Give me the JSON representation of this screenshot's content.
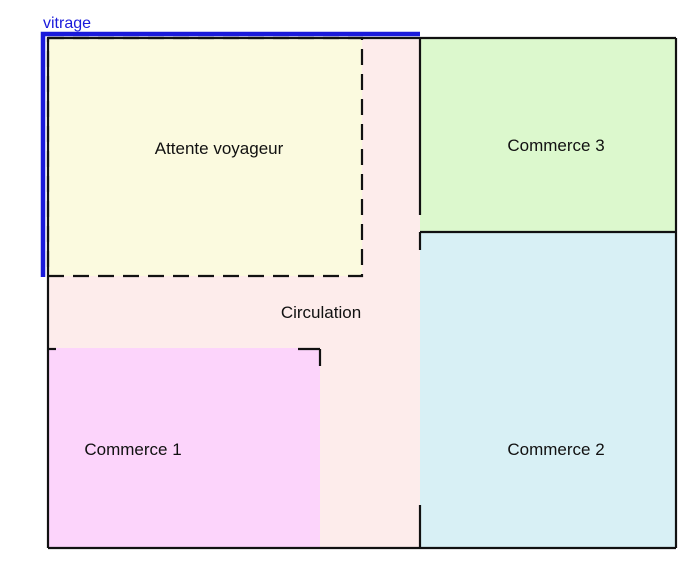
{
  "title_label": "vitrage",
  "rooms": {
    "attente": "Attente voyageur",
    "circulation": "Circulation",
    "commerce1": "Commerce 1",
    "commerce2": "Commerce 2",
    "commerce3": "Commerce 3"
  },
  "colors": {
    "vitrage": "#1a1adb",
    "attente": "#fbfadf",
    "circulation": "#fdeceb",
    "commerce1": "#fcd4fb",
    "commerce2": "#d8f0f5",
    "commerce3": "#dcf8cd",
    "wall": "#111111"
  }
}
